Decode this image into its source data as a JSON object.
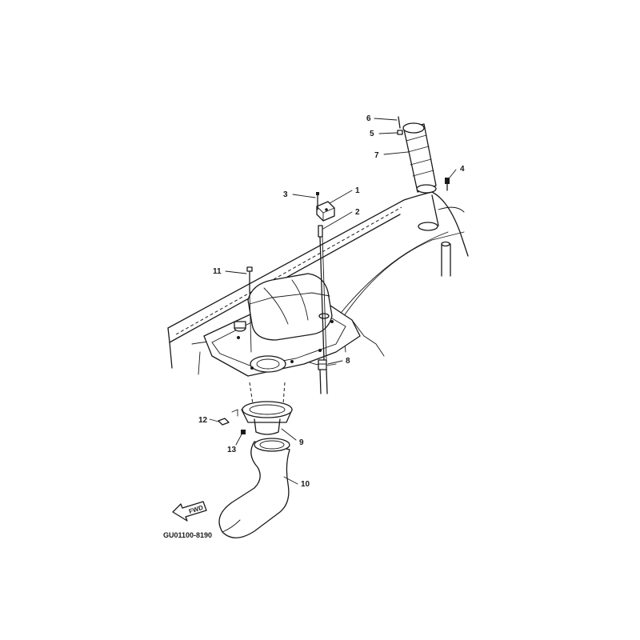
{
  "diagram": {
    "drawing_code": "GU01100-8190",
    "fwd_label": "FWD",
    "callouts": [
      {
        "id": "c1",
        "label": "1"
      },
      {
        "id": "c2",
        "label": "2"
      },
      {
        "id": "c3",
        "label": "3"
      },
      {
        "id": "c4",
        "label": "4"
      },
      {
        "id": "c5",
        "label": "5"
      },
      {
        "id": "c6",
        "label": "6"
      },
      {
        "id": "c7",
        "label": "7"
      },
      {
        "id": "c8",
        "label": "8"
      },
      {
        "id": "c9",
        "label": "9"
      },
      {
        "id": "c10",
        "label": "10"
      },
      {
        "id": "c11",
        "label": "11"
      },
      {
        "id": "c12",
        "label": "12"
      },
      {
        "id": "c13",
        "label": "13"
      }
    ]
  }
}
